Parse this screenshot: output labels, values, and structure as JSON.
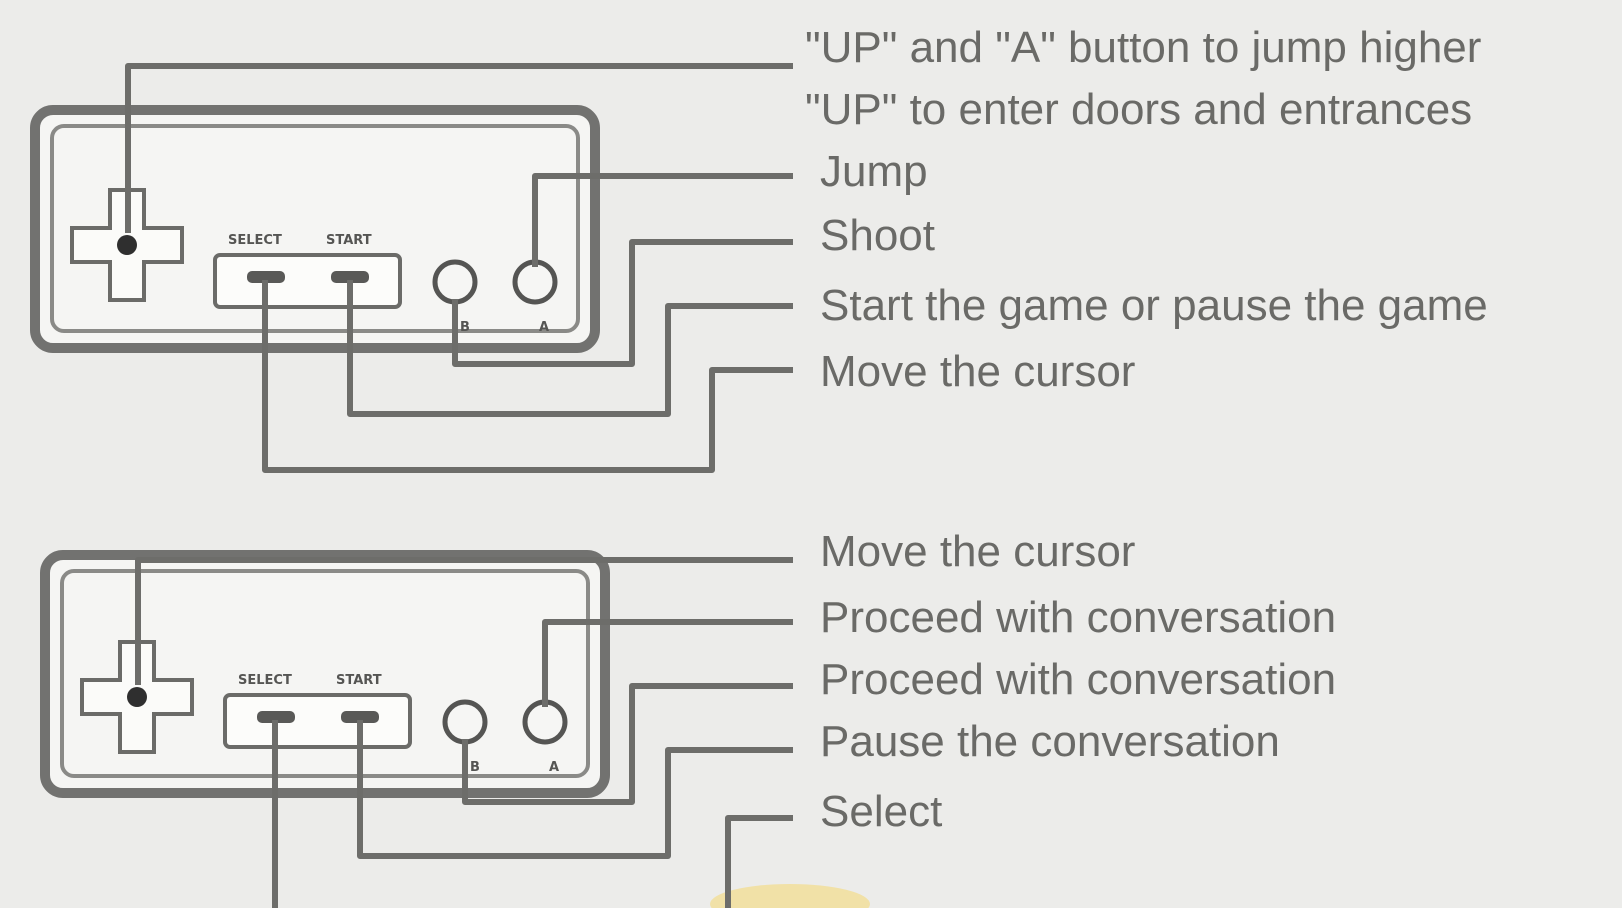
{
  "controller_top": {
    "pad_labels": [
      "",
      "SELECT",
      "START",
      "B",
      "A"
    ],
    "callouts": [
      "\"UP\" and \"A\" button to jump higher",
      "\"UP\" to enter doors and entrances",
      "Jump",
      "Shoot",
      "Start the game or pause the game",
      "Move the cursor"
    ]
  },
  "controller_bottom": {
    "pad_labels": [
      "",
      "SELECT",
      "START",
      "B",
      "A"
    ],
    "callouts": [
      "Move the cursor",
      "Proceed with conversation",
      "Proceed with conversation",
      "Pause the conversation",
      "Select"
    ]
  },
  "colors": {
    "line": "#6d6d6a",
    "text": "#6a6a67",
    "background": "#ececea",
    "highlight": "#f3dd90"
  }
}
